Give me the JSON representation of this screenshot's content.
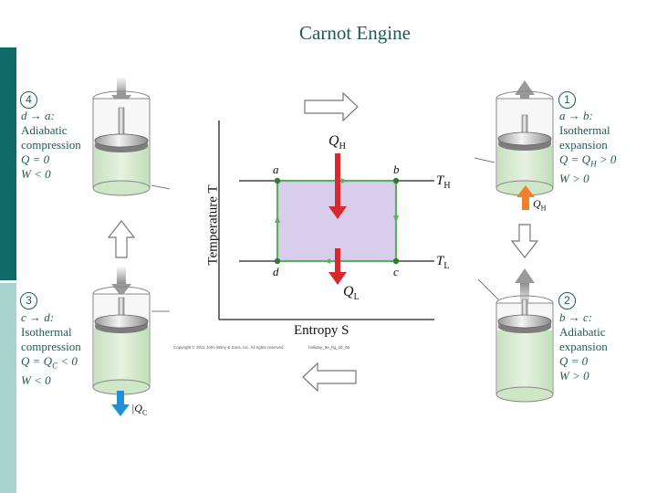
{
  "title": "Carnot Engine",
  "colors": {
    "title": "#1f5b56",
    "sidebar_dark": "#0f6b66",
    "sidebar_light": "#a9d3d0",
    "cycle_fill": "#d8cdea",
    "cycle_edge": "#5fae5f",
    "heat_arrow": "#d9282e",
    "hot_arrow": "#f07f2a",
    "cold_arrow": "#1f8fd8",
    "gas": "#d6ebd0"
  },
  "steps": {
    "s4": {
      "num": "4",
      "l1": "d → a:",
      "l2": "Adiabatic",
      "l3": "compression",
      "l4": "Q = 0",
      "l5": "W < 0"
    },
    "s1": {
      "num": "1",
      "l1": "a → b:",
      "l2": "Isothermal",
      "l3": "expansion",
      "l4": "Q = Q",
      "l4sub": "H",
      "l4tail": " > 0",
      "l5": "W > 0"
    },
    "s3": {
      "num": "3",
      "l1": "c → d:",
      "l2": "Isothermal",
      "l3": "compression",
      "l4": "Q = Q",
      "l4sub": "C",
      "l4tail": " < 0",
      "l5": "W < 0"
    },
    "s2": {
      "num": "2",
      "l1": "b → c:",
      "l2": "Adiabatic",
      "l3": "expansion",
      "l4": "Q = 0",
      "l5": "W > 0"
    }
  },
  "diagram": {
    "y_axis_label": "Temperature T",
    "x_axis_label": "Entropy S",
    "qh_label": "Q",
    "qh_sub": "H",
    "ql_label": "Q",
    "ql_sub": "L",
    "th_label": "T",
    "th_sub": "H",
    "tl_label": "T",
    "tl_sub": "L",
    "corner_a": "a",
    "corner_b": "b",
    "corner_c": "c",
    "corner_d": "d"
  },
  "cylinder_labels": {
    "hot_q": "Q",
    "hot_sub": "H",
    "cold_q": "|Q",
    "cold_sub": "C"
  },
  "footer": {
    "copyright": "Copyright © 2011 John Wiley & Sons, Inc. All rights reserved.",
    "file_id": "halliday_9e_fig_20_06"
  }
}
